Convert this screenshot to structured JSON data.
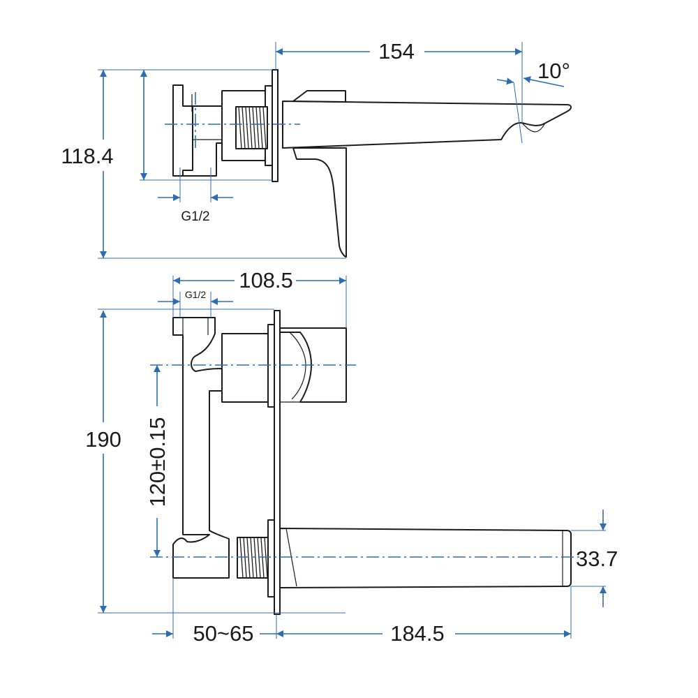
{
  "dimensions": {
    "spout_length_top": "154",
    "spout_angle": "10°",
    "height_top": "118.4",
    "thread_top": "G1/2",
    "handle_depth": "108.5",
    "thread_bottom": "G1/2",
    "total_height": "190",
    "center_distance": "120±0.15",
    "spout_height": "33.7",
    "wall_depth": "50~65",
    "spout_length_bottom": "184.5"
  },
  "colors": {
    "dimension_line": "#2a6db5",
    "outline": "#1a1a1a",
    "background": "#ffffff"
  }
}
